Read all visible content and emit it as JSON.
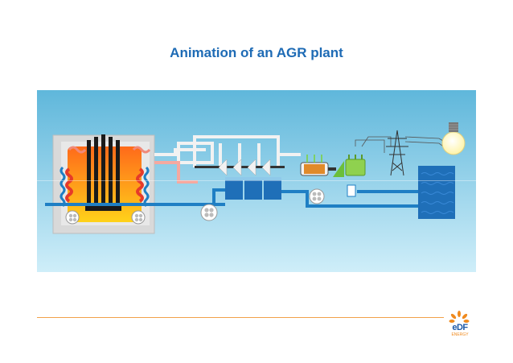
{
  "slide": {
    "title": "Animation of an AGR plant"
  },
  "diagram": {
    "components": [
      "reactor",
      "gas-circulators",
      "boiler",
      "turbines",
      "generator",
      "transformer",
      "pylon",
      "light-bulb",
      "condenser",
      "feed-pump",
      "condensate-pump"
    ],
    "colors": {
      "background_top": "#5fb7db",
      "background_bottom": "#cfeef9",
      "reactor_core": "#ff8a00",
      "water_pipe": "#1f7fc4",
      "steam_pipe": "#f2f2f2",
      "hot_gas": "#e63a2a",
      "condenser": "#1f6fb8",
      "generator": "#8fd14f"
    }
  },
  "logo": {
    "brand": "eDF",
    "tagline": "ENERGY"
  }
}
